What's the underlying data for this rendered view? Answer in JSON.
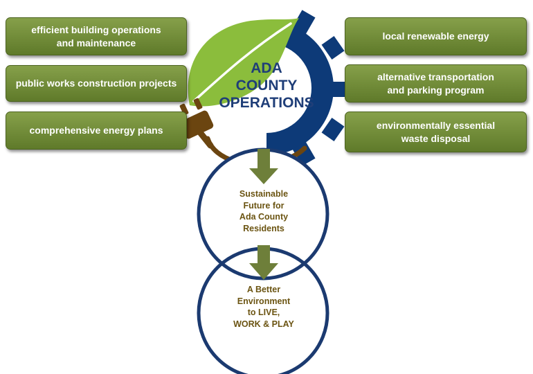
{
  "left_boxes": [
    {
      "label": "efficient building operations\nand maintenance"
    },
    {
      "label": "public works construction projects"
    },
    {
      "label": "comprehensive energy plans"
    }
  ],
  "right_boxes": [
    {
      "label": "local renewable energy"
    },
    {
      "label": "alternative transportation\nand parking program"
    },
    {
      "label": "environmentally essential\nwaste disposal"
    }
  ],
  "center": {
    "title": "ADA\nCOUNTY\nOPERATIONS"
  },
  "outcomes": [
    {
      "label": "Sustainable\nFuture for\nAda County\nResidents"
    },
    {
      "label": "A Better\nEnvironment\nto LIVE,\nWORK & PLAY"
    }
  ],
  "colors": {
    "box_green": "#6f8a36",
    "gear_blue": "#0d3a78",
    "leaf_green": "#8bbd3c",
    "plug_brown": "#6b4510",
    "arrow_green": "#6e7f3a",
    "circle_outline": "#1b3a70",
    "title_blue": "#1f3e78",
    "outcome_text": "#6b5412"
  },
  "icons": [
    "gear-icon",
    "leaf-icon",
    "plug-icon",
    "down-arrow-icon"
  ]
}
